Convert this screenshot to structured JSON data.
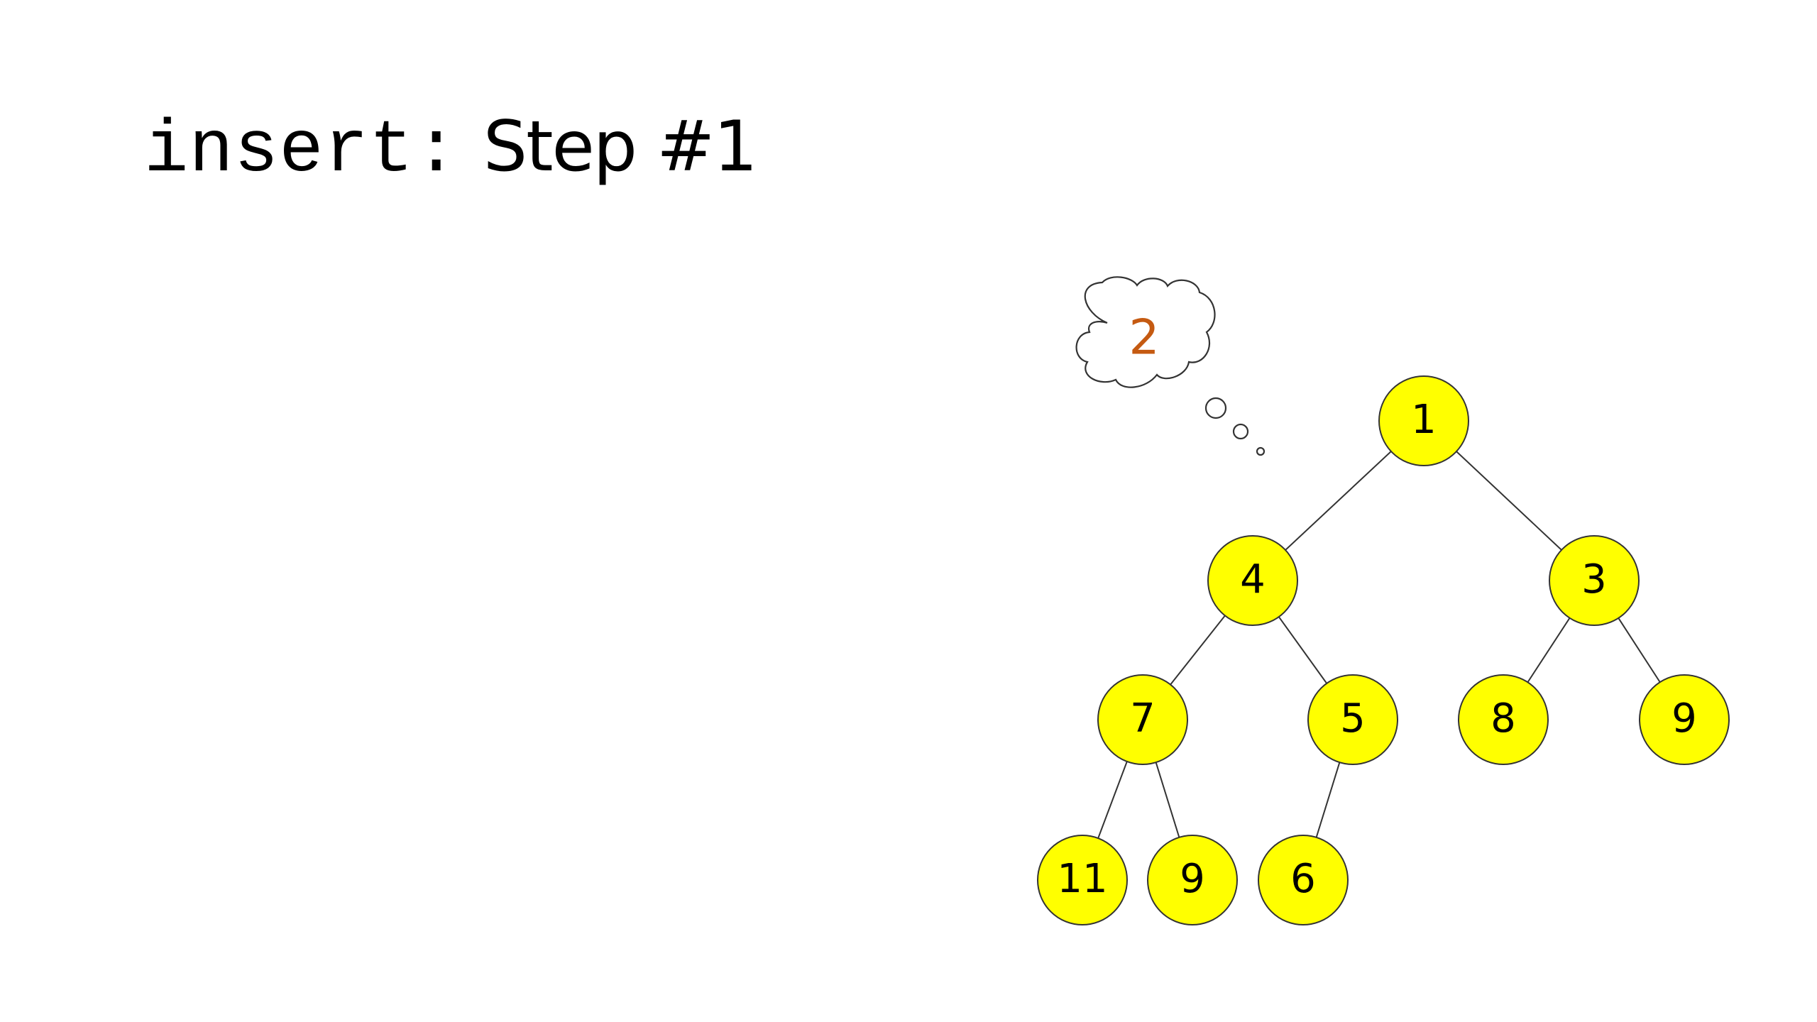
{
  "title": {
    "code": "insert:",
    "text": "Step #1"
  },
  "thought": {
    "value": "2",
    "color": "#c55a11"
  },
  "colors": {
    "node_fill": "#ffff00",
    "node_stroke": "#333333"
  },
  "tree": {
    "nodes": [
      {
        "id": "n0",
        "label": "1"
      },
      {
        "id": "n1",
        "label": "4"
      },
      {
        "id": "n2",
        "label": "3"
      },
      {
        "id": "n3",
        "label": "7"
      },
      {
        "id": "n4",
        "label": "5"
      },
      {
        "id": "n5",
        "label": "8"
      },
      {
        "id": "n6",
        "label": "9"
      },
      {
        "id": "n7",
        "label": "11"
      },
      {
        "id": "n8",
        "label": "9"
      },
      {
        "id": "n9",
        "label": "6"
      }
    ],
    "edges": [
      [
        "n0",
        "n1"
      ],
      [
        "n0",
        "n2"
      ],
      [
        "n1",
        "n3"
      ],
      [
        "n1",
        "n4"
      ],
      [
        "n2",
        "n5"
      ],
      [
        "n2",
        "n6"
      ],
      [
        "n3",
        "n7"
      ],
      [
        "n3",
        "n8"
      ],
      [
        "n4",
        "n9"
      ]
    ]
  }
}
